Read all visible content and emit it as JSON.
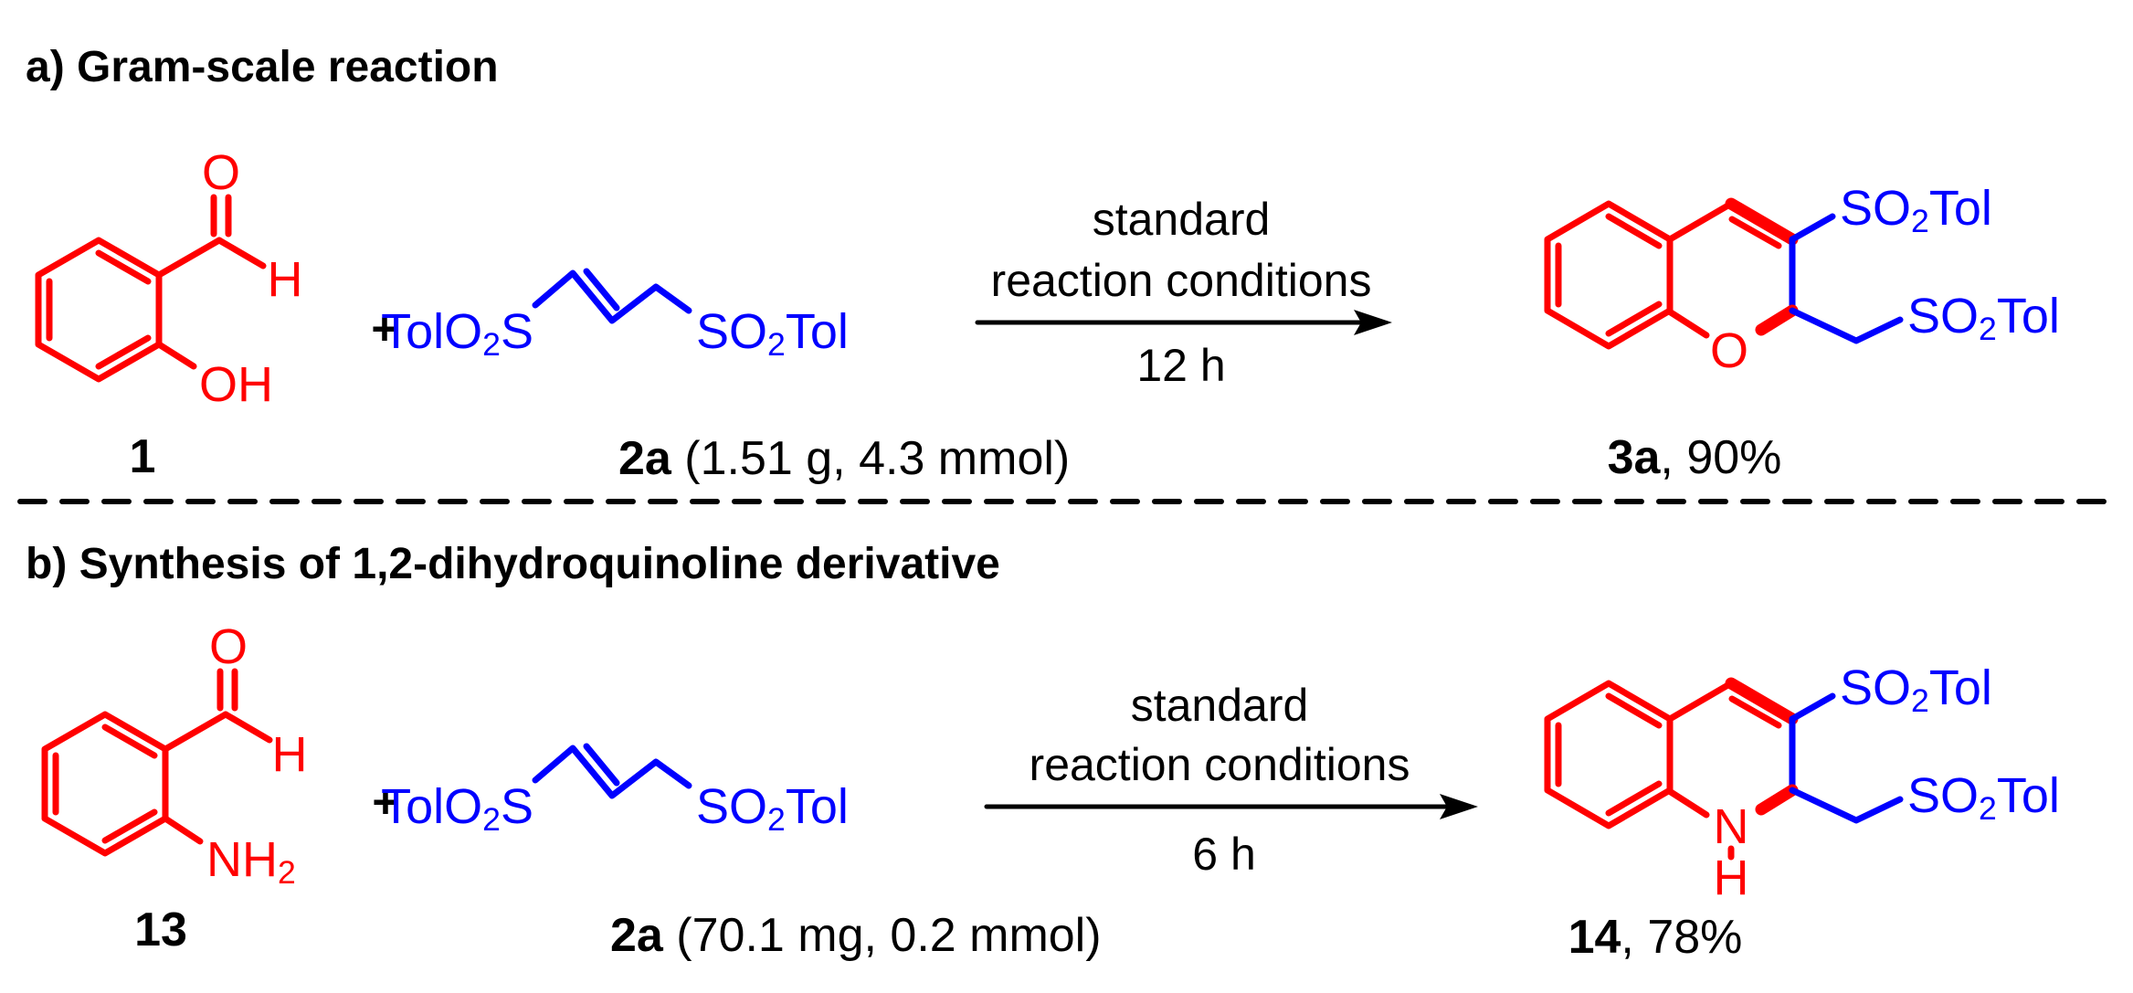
{
  "colors": {
    "reactant_highlight_red": "#ff0000",
    "reagent_blue": "#0000ff",
    "text_black": "#000000",
    "background": "#ffffff"
  },
  "headings": {
    "a": "a) Gram-scale reaction",
    "b": "b) Synthesis of 1,2-dihydroquinoline derivative"
  },
  "chem": {
    "oxygen": "O",
    "hydrogen": "H",
    "hydroxyl": "OH",
    "nitrogen": "N",
    "amine_pre": "NH",
    "subscript_two": "2",
    "sulfone_left_pre": "TolO",
    "sulfone_left_post": "S",
    "sulfone_right_pre": "SO",
    "sulfone_right_post": "Tol"
  },
  "operators": {
    "plus": "+"
  },
  "reaction_a": {
    "reactant_label": "1",
    "reagent_label_id": "2a",
    "reagent_label_amount": " (1.51 g, 4.3 mmol)",
    "conditions_line1": "standard",
    "conditions_line2": "reaction conditions",
    "time": "12 h",
    "product_label_id": "3a",
    "product_label_yield": ", 90%"
  },
  "reaction_b": {
    "reactant_label": "13",
    "reagent_label_id": "2a",
    "reagent_label_amount": " (70.1 mg, 0.2 mmol)",
    "conditions_line1": "standard",
    "conditions_line2": "reaction conditions",
    "time": "6 h",
    "product_label_id": "14",
    "product_label_yield": ", 78%"
  }
}
